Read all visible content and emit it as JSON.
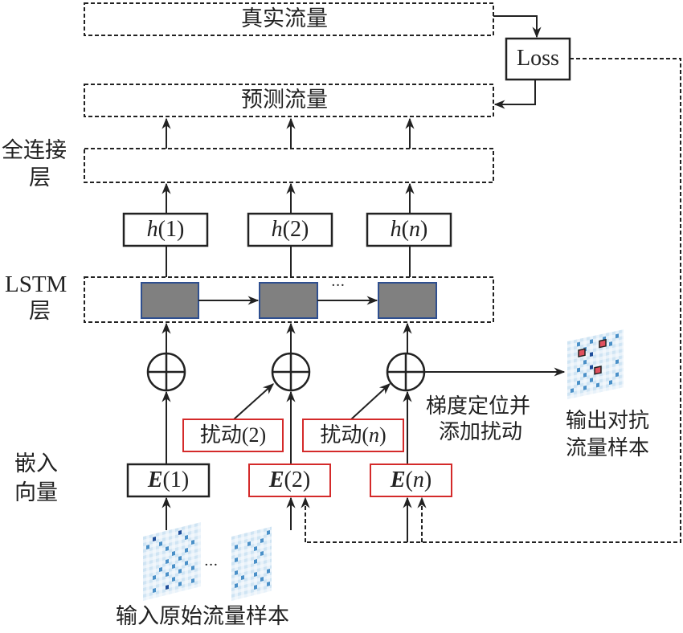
{
  "title": "LSTM adversarial traffic sample generation diagram",
  "top": {
    "real_traffic": "真实流量",
    "predicted_traffic": "预测流量",
    "loss": "Loss"
  },
  "layers": {
    "fc_label_line1": "全连接",
    "fc_label_line2": "层",
    "lstm_label_line1": "LSTM",
    "lstm_label_line2": "层",
    "embed_label_line1": "嵌入",
    "embed_label_line2": "向量"
  },
  "hidden": [
    {
      "name": "h",
      "index": "1",
      "index_italic": false
    },
    {
      "name": "h",
      "index": "2",
      "index_italic": false
    },
    {
      "name": "h",
      "index": "n",
      "index_italic": true
    }
  ],
  "embeddings": [
    {
      "name": "E",
      "index": "1",
      "index_italic": false,
      "perturbed": false
    },
    {
      "name": "E",
      "index": "2",
      "index_italic": false,
      "perturbed": true
    },
    {
      "name": "E",
      "index": "n",
      "index_italic": true,
      "perturbed": true
    }
  ],
  "perturbations": [
    {
      "prefix": "扰动",
      "index": "2",
      "index_italic": false
    },
    {
      "prefix": "扰动",
      "index": "n",
      "index_italic": true
    }
  ],
  "ellipsis": "···",
  "annotations": {
    "gradient_line1": "梯度定位并",
    "gradient_line2": "添加扰动",
    "output_line1": "输出对抗",
    "output_line2": "流量样本",
    "input_label": "输入原始流量样本"
  },
  "colors": {
    "line": "#222222",
    "lstm_cell_fill": "#808080",
    "lstm_cell_border": "#2f4f8f",
    "perturb_border": "#d42a2a",
    "sample_light": "#d6eaf6",
    "sample_mid": "#4a90c8",
    "sample_dark": "#1f4e9a",
    "adv_marker": "#e0505e"
  }
}
